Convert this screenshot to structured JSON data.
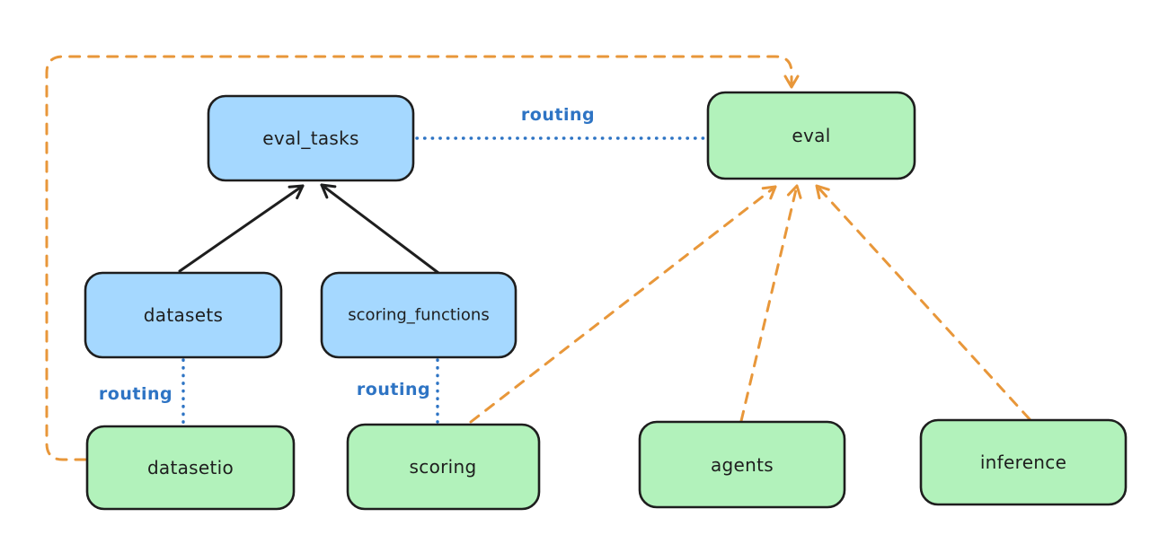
{
  "diagram": {
    "nodes": {
      "eval_tasks": {
        "label": "eval_tasks",
        "kind": "registry"
      },
      "eval": {
        "label": "eval",
        "kind": "api"
      },
      "datasets": {
        "label": "datasets",
        "kind": "registry"
      },
      "scoring_functions": {
        "label": "scoring_functions",
        "kind": "registry"
      },
      "datasetio": {
        "label": "datasetio",
        "kind": "api"
      },
      "scoring": {
        "label": "scoring",
        "kind": "api"
      },
      "agents": {
        "label": "agents",
        "kind": "api"
      },
      "inference": {
        "label": "inference",
        "kind": "api"
      }
    },
    "edge_labels": {
      "routing": "routing"
    },
    "colors": {
      "background": "#ffffff",
      "blue_node_fill": "#a5d8ff",
      "green_node_fill": "#b2f2bb",
      "node_stroke": "#1e1e1e",
      "black_arrow": "#1e1e1e",
      "orange_dashed": "#e8973a",
      "routing_blue": "#2e74c4",
      "label_text": "#1e1e1e"
    }
  }
}
